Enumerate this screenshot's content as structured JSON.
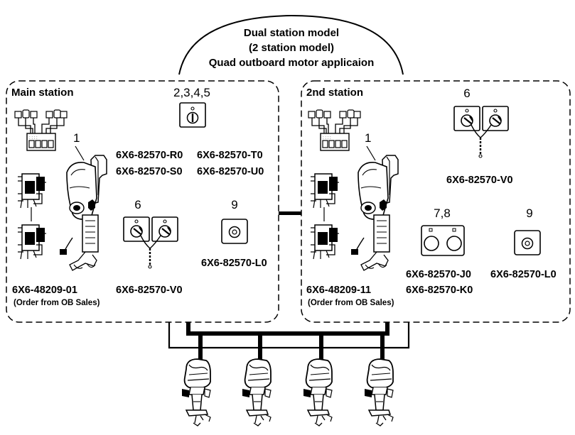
{
  "title": {
    "line1": "Dual station model",
    "line2": "(2 station model)",
    "line3": "Quad outboard motor applicaion"
  },
  "main_station": {
    "label": "Main station",
    "remote_control_callout": "1",
    "switch_panel_callout": "2,3,4,5",
    "switch_parts": [
      "6X6-82570-R0",
      "6X6-82570-T0",
      "6X6-82570-S0",
      "6X6-82570-U0"
    ],
    "key_switch_callout": "6",
    "key_switch_part": "6X6-82570-V0",
    "button_callout": "9",
    "button_part": "6X6-82570-L0",
    "remote_part": "6X6-48209-01",
    "remote_note": "(Order from OB Sales)"
  },
  "second_station": {
    "label": "2nd station",
    "remote_control_callout": "1",
    "key_switch_callout": "6",
    "key_switch_part": "6X6-82570-V0",
    "dual_button_callout": "7,8",
    "dual_button_parts": [
      "6X6-82570-J0",
      "6X6-82570-K0"
    ],
    "button_callout": "9",
    "button_part": "6X6-82570-L0",
    "remote_part": "6X6-48209-11",
    "remote_note": "(Order from OB Sales)"
  },
  "outboard_count": 4,
  "icons": [
    "hub-icon",
    "remote-control-icon",
    "control-module-icon",
    "switch-panel-icon",
    "key-switch-icon",
    "push-button-icon",
    "dual-button-icon",
    "outboard-motor-icon"
  ]
}
